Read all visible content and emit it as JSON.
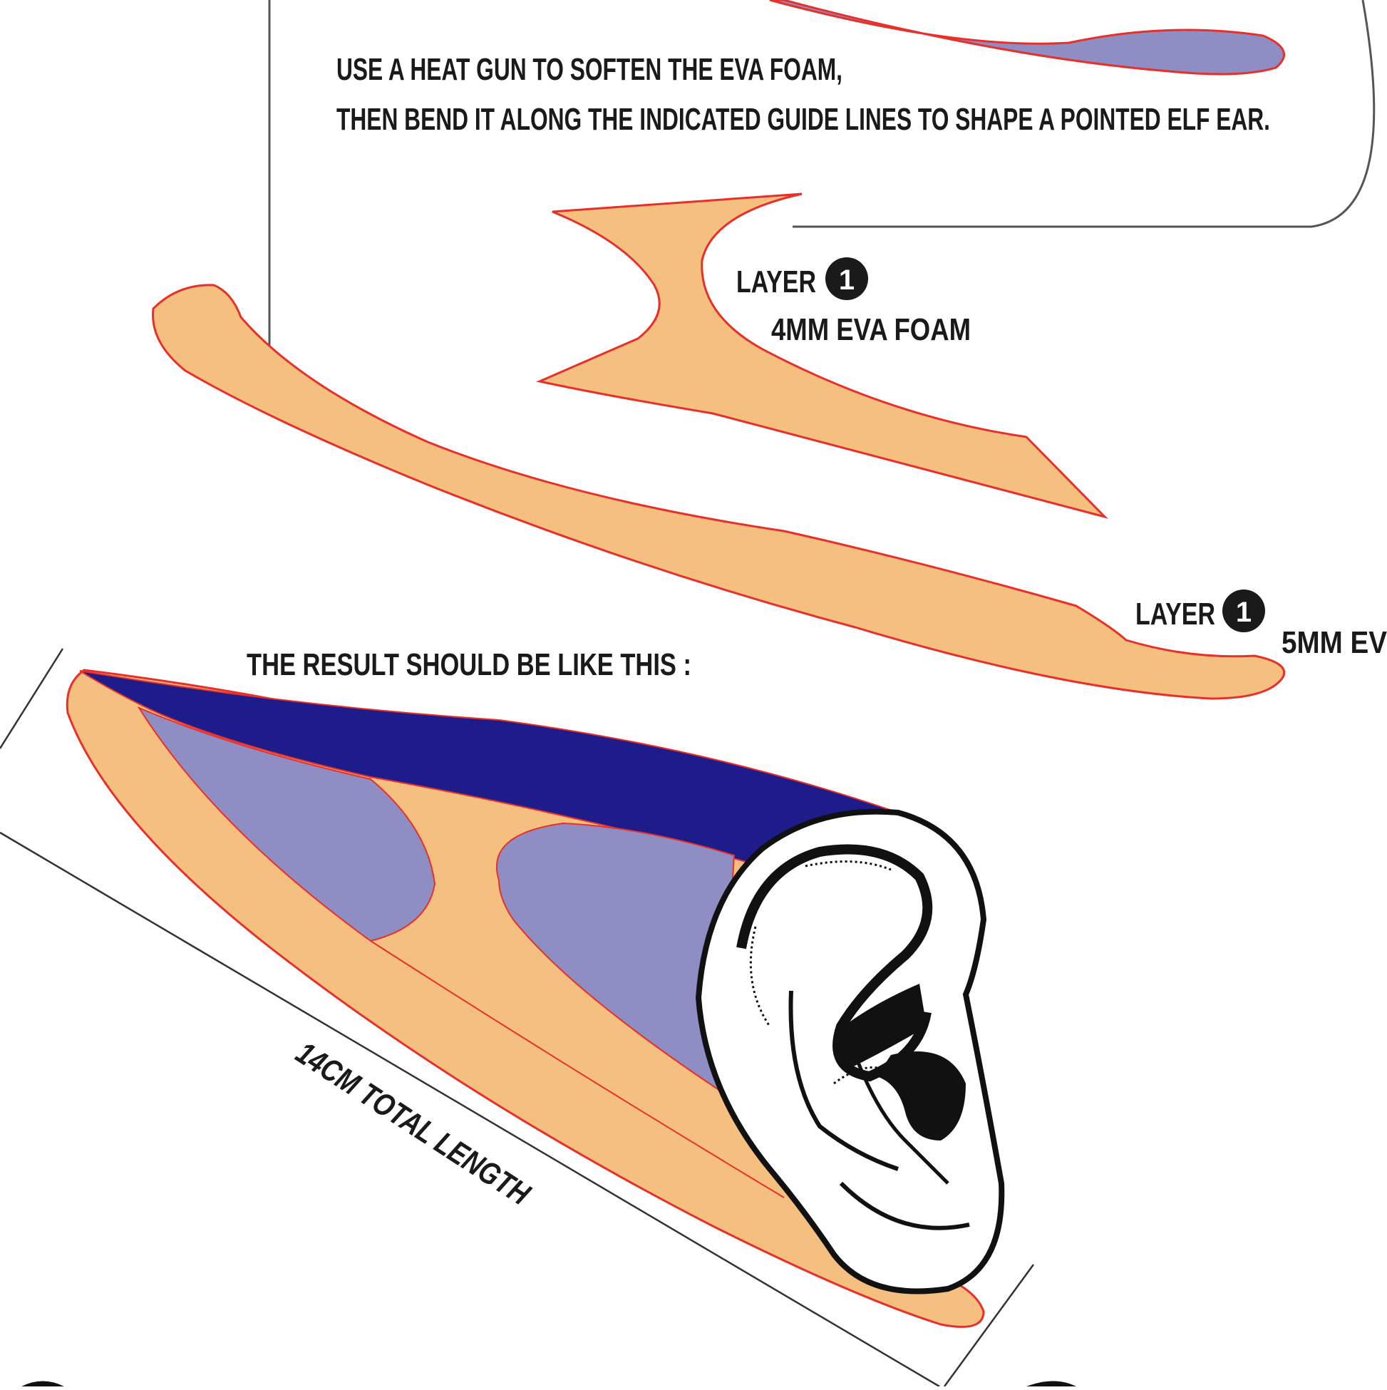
{
  "instructions": {
    "line1": "USE A HEAT GUN TO SOFTEN THE EVA FOAM,",
    "line2": "THEN BEND IT ALONG THE INDICATED GUIDE LINES TO SHAPE A POINTED ELF EAR."
  },
  "layers": [
    {
      "label": "LAYER",
      "badge": "1",
      "material": "4MM EVA FOAM"
    },
    {
      "label": "LAYER",
      "badge": "1",
      "material": "5MM EV"
    }
  ],
  "result_caption": "THE RESULT SHOULD BE LIKE THIS :",
  "dimension_label": "14CM TOTAL LENGTH",
  "colors": {
    "foam": "#F5BF80",
    "outline": "#E8302A",
    "lavender": "#8E8DC4",
    "navy": "#1E1C8A",
    "ink": "#1a1a1a"
  }
}
